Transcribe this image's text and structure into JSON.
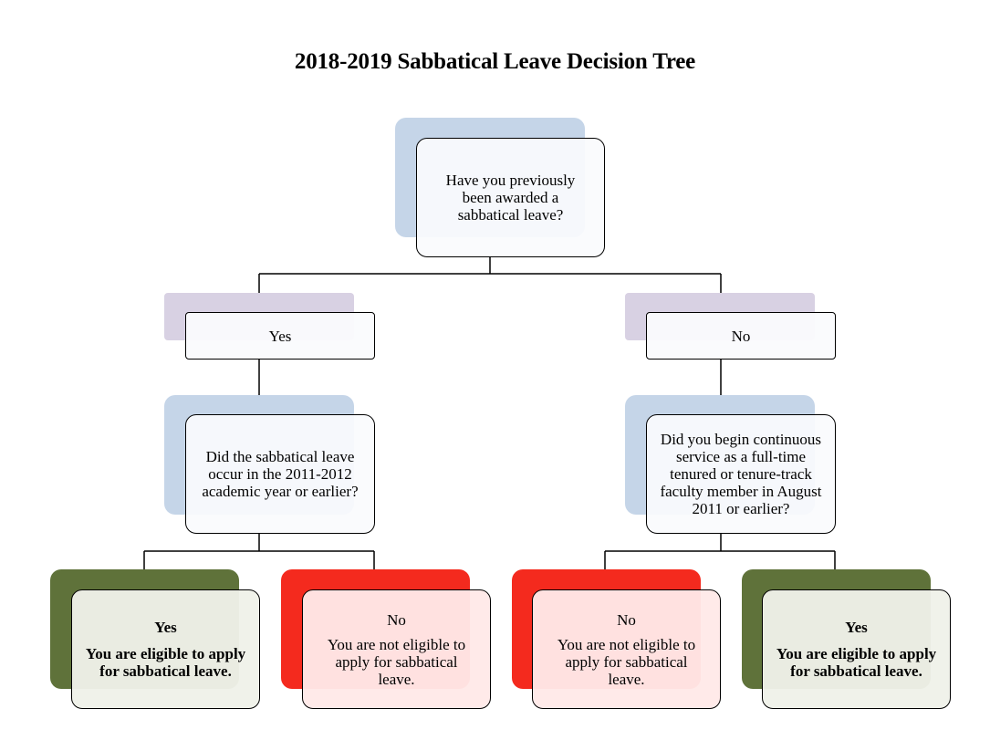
{
  "title": "2018-2019 Sabbatical Leave Decision Tree",
  "root": {
    "question": "Have you previously been awarded a sabbatical leave?"
  },
  "branches": {
    "left": {
      "label": "Yes",
      "question": "Did the sabbatical leave occur in the 2011-2012 academic year or earlier?",
      "outcomes": [
        {
          "head": "Yes",
          "body": "You are eligible to apply for sabbatical leave."
        },
        {
          "head": "No",
          "body": "You are not eligible to apply for sabbatical leave."
        }
      ]
    },
    "right": {
      "label": "No",
      "question": "Did you begin continuous service as a full-time tenured or tenure-track faculty member in August 2011 or earlier?",
      "outcomes": [
        {
          "head": "No",
          "body": "You are not eligible to apply for sabbatical leave."
        },
        {
          "head": "Yes",
          "body": "You are eligible to apply for sabbatical leave."
        }
      ]
    }
  },
  "colors": {
    "question_shadow": "#c5d5e8",
    "answer_shadow": "#d8d1e3",
    "eligible_shadow": "#5f723a",
    "ineligible_shadow": "#f42a1e",
    "connector": "#000000"
  }
}
